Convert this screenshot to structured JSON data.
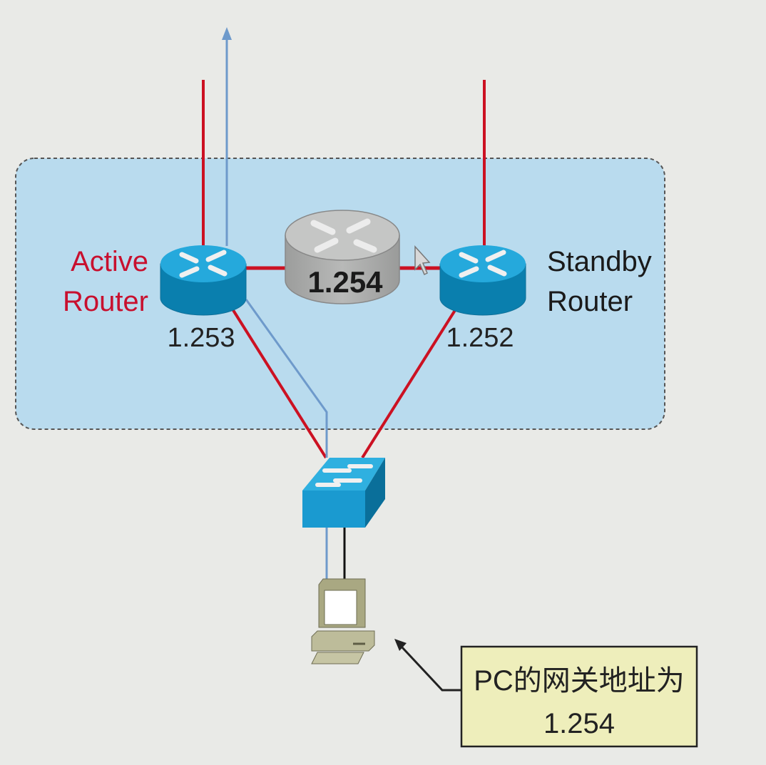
{
  "colors": {
    "background": "#e9eae7",
    "group_fill": "#b9dbee",
    "link_red": "#cc1122",
    "link_blue": "#6e9acb",
    "router_blue": "#1a9ad0",
    "virtual_router_gray": "#a9aaa9",
    "active_label": "#c8102e",
    "note_fill": "#eeeebb"
  },
  "active_router": {
    "label_line1": "Active",
    "label_line2": "Router",
    "address": "1.253",
    "icon": "router-icon"
  },
  "standby_router": {
    "label_line1": "Standby",
    "label_line2": "Router",
    "address": "1.252",
    "icon": "router-icon"
  },
  "virtual_router": {
    "address": "1.254",
    "icon": "virtual-router-icon"
  },
  "switch": {
    "icon": "switch-icon"
  },
  "pc": {
    "icon": "pc-icon"
  },
  "note": {
    "line1": "PC的网关地址为",
    "line2": "1.254"
  }
}
